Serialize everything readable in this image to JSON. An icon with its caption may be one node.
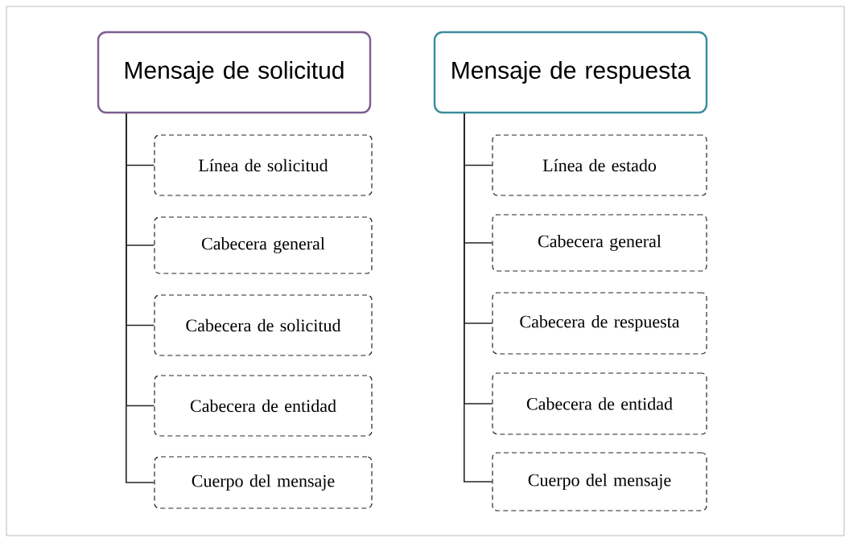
{
  "diagram": {
    "nodes": [
      {
        "text": [
          "Mensaje de solicitud"
        ]
      },
      {
        "text": [
          "Línea de solicitud"
        ]
      },
      {
        "text": [
          "Cabecera general"
        ]
      },
      {
        "text": [
          "Cabecera de solicitud"
        ]
      },
      {
        "text": [
          "Cabecera de entidad"
        ]
      },
      {
        "text": [
          "Cuerpo del mensaje"
        ]
      },
      {
        "text": [
          "Mensaje de respuesta"
        ]
      },
      {
        "text": [
          "Línea de estado"
        ]
      },
      {
        "text": [
          "Cabecera general"
        ]
      },
      {
        "text": [
          "Cabecera de respuesta"
        ]
      },
      {
        "text": [
          "Cabecera de entidad"
        ]
      },
      {
        "text": [
          "Cuerpo del mensaje"
        ]
      }
    ],
    "edges": [
      {
        "from": 0,
        "to": 1,
        "arrow": "none"
      },
      {
        "from": 0,
        "to": 2,
        "arrow": "none"
      },
      {
        "from": 0,
        "to": 3,
        "arrow": "none"
      },
      {
        "from": 0,
        "to": 4,
        "arrow": "none"
      },
      {
        "from": 0,
        "to": 5,
        "arrow": "none"
      },
      {
        "from": 6,
        "to": 7,
        "arrow": "none"
      },
      {
        "from": 6,
        "to": 8,
        "arrow": "none"
      },
      {
        "from": 6,
        "to": 9,
        "arrow": "none"
      },
      {
        "from": 6,
        "to": 10,
        "arrow": "none"
      },
      {
        "from": 6,
        "to": 11,
        "arrow": "none"
      }
    ]
  }
}
